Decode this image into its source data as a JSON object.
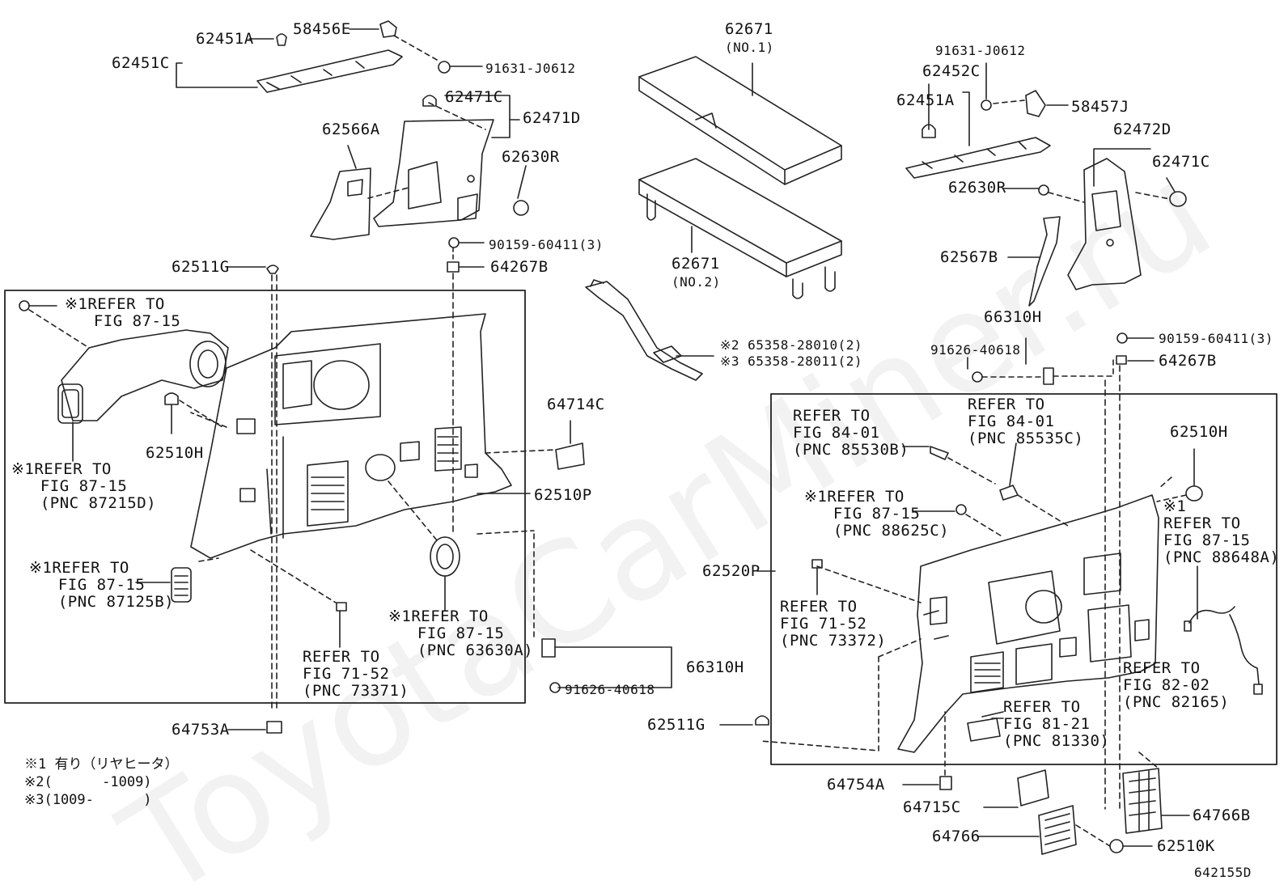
{
  "watermark": "ToyotaCarMiner.ru",
  "diagram_id": "642155D",
  "labels": {
    "p62451A_l": "62451A",
    "p58456E": "58456E",
    "p62451C": "62451C",
    "p91631_l": "91631-J0612",
    "p62471C_l": "62471C",
    "p62471D": "62471D",
    "p62566A": "62566A",
    "p62630R_l": "62630R",
    "p90159_l": "90159-60411(3)",
    "p64267B_l": "64267B",
    "p62511G_l": "62511G",
    "p62510H_l": "62510H",
    "p64714C": "64714C",
    "p62510P": "62510P",
    "p66310H_l": "66310H",
    "p91626_l": "91626-40618",
    "p64753A": "64753A",
    "p62671a": "62671",
    "p62671a_no": "(NO.1)",
    "p62671b": "62671",
    "p62671b_no": "(NO.2)",
    "p65358_1": "※2 65358-28010(2)",
    "p65358_2": "※3 65358-28011(2)",
    "p91631_r": "91631-J0612",
    "p62452C": "62452C",
    "p62451A_r": "62451A",
    "p58457J": "58457J",
    "p62472D": "62472D",
    "p62471C_r": "62471C",
    "p62630R_r": "62630R",
    "p62567B": "62567B",
    "p66310H_r": "66310H",
    "p91626_r": "91626-40618",
    "p90159_r": "90159-60411(3)",
    "p64267B_r": "64267B",
    "p62510H_r": "62510H",
    "p62520P": "62520P",
    "p62511G_r": "62511G",
    "p64754A": "64754A",
    "p64715C": "64715C",
    "p64766": "64766",
    "p64766B": "64766B",
    "p62510K": "62510K"
  },
  "refs": {
    "r1": "※1REFER TO\n   FIG 87-15",
    "r2": "※1REFER TO\n   FIG 87-15\n   (PNC 87215D)",
    "r3": "※1REFER TO\n   FIG 87-15\n   (PNC 87125B)",
    "r4": "※1REFER TO\n   FIG 87-15\n   (PNC 63630A)",
    "r5": "REFER TO\nFIG 71-52\n(PNC 73371)",
    "r6": "REFER TO\nFIG 84-01\n(PNC 85530B)",
    "r7": "REFER TO\nFIG 84-01\n(PNC 85535C)",
    "r8": "※1REFER TO\n   FIG 87-15\n   (PNC 88625C)",
    "r9": "※1\nREFER TO\nFIG 87-15\n(PNC 88648A)",
    "r10": "REFER TO\nFIG 71-52\n(PNC 73372)",
    "r11": "REFER TO\nFIG 82-02\n(PNC 82165)",
    "r12": "REFER TO\nFIG 81-21\n(PNC 81330)"
  },
  "footnotes": {
    "n1": "※1 有り（リヤヒータ）",
    "n2": "※2(      -1009)",
    "n3": "※3(1009-      )"
  }
}
